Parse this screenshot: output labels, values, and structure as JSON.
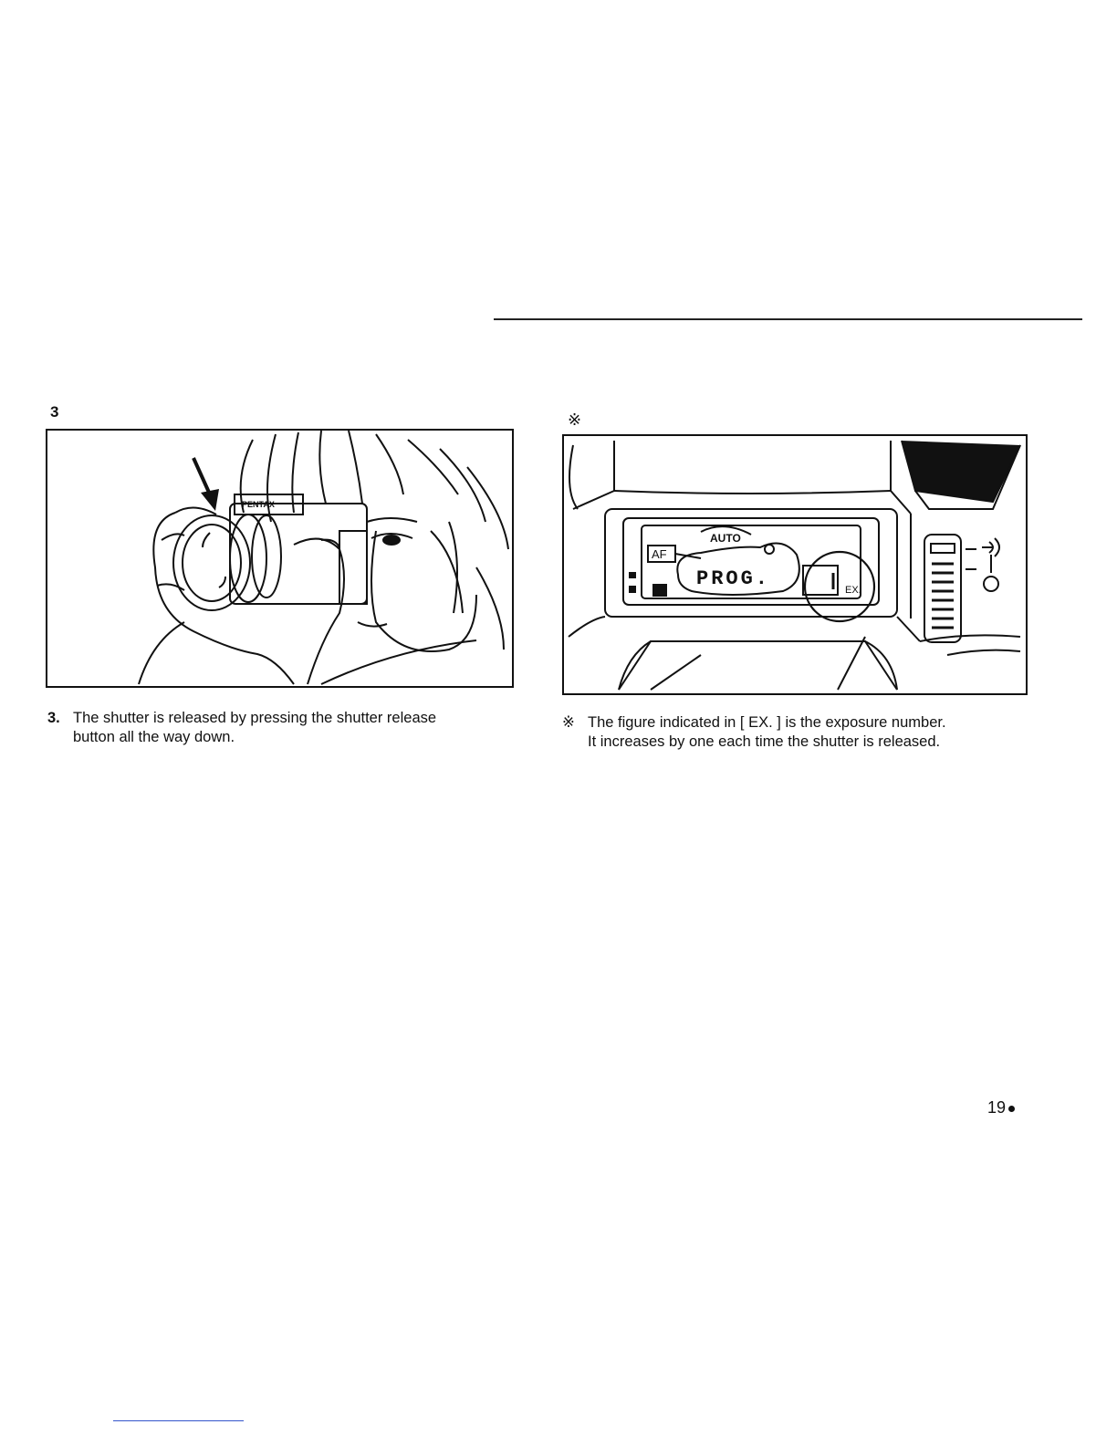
{
  "figure_left": {
    "number": "3",
    "camera_brand": "PENTAX"
  },
  "figure_right": {
    "mark": "※",
    "lcd_af": "AF",
    "lcd_auto": "AUTO",
    "lcd_prog": "PROG.",
    "lcd_ex": "EX."
  },
  "caption_left": {
    "number": "3.",
    "line1": "The shutter is released by pressing the shutter release",
    "line2": "button all the way down."
  },
  "caption_right": {
    "mark": "※",
    "line1": "The figure indicated in [ EX. ] is the exposure number.",
    "line2": "It increases by one each time the shutter is released."
  },
  "page": {
    "number": "19"
  }
}
